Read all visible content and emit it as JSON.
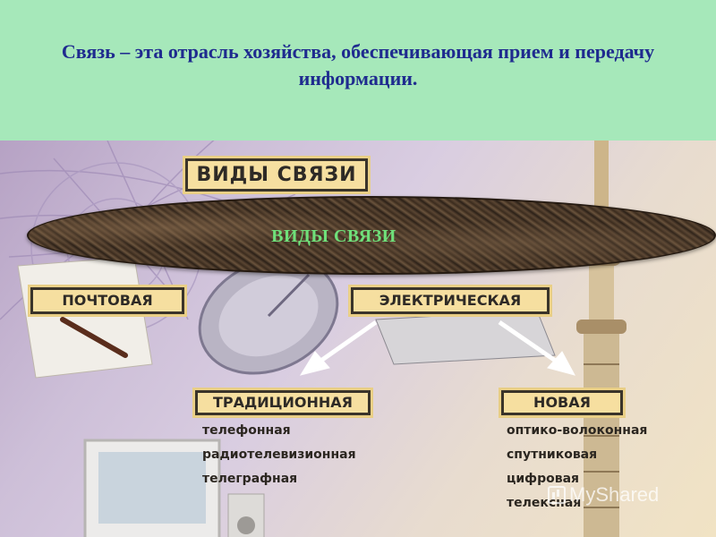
{
  "header": {
    "title": "Связь – эта отрасль хозяйства, обеспечивающая прием и передачу информации."
  },
  "diagram": {
    "top_label": "ВИДЫ СВЯЗИ",
    "ellipse_label": "ВИДЫ СВЯЗИ",
    "branches": {
      "postal": "ПОЧТОВАЯ",
      "electric": "ЭЛЕКТРИЧЕСКАЯ"
    },
    "traditional": {
      "label": "ТРАДИЦИОННАЯ",
      "items": [
        "телефонная",
        "радиотелевизионная",
        "телеграфная"
      ]
    },
    "new": {
      "label": "НОВАЯ",
      "items": [
        "оптико-волоконная",
        "спутниковая",
        "цифровая",
        "телексная"
      ]
    }
  },
  "watermark": {
    "text": "MyShared"
  },
  "colors": {
    "header_bg": "#a6e8ba",
    "title_text": "#1f2b8f",
    "label_bg": "#f6dfa0",
    "ellipse_text": "#6fe07a"
  }
}
